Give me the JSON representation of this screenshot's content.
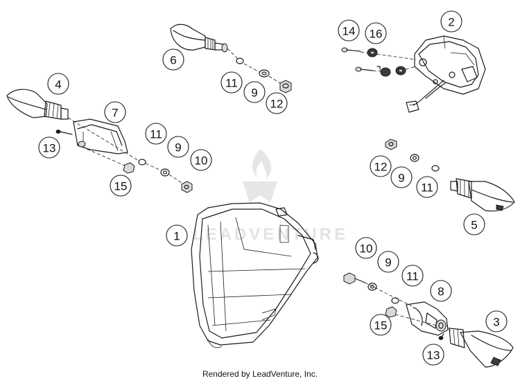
{
  "callouts": [
    {
      "id": "c1",
      "label": "1",
      "item": "headlight"
    },
    {
      "id": "c2",
      "label": "2",
      "item": "tail-light"
    },
    {
      "id": "c3",
      "label": "3",
      "item": "turn-signal-rear-right"
    },
    {
      "id": "c4",
      "label": "4",
      "item": "turn-signal-front-left"
    },
    {
      "id": "c5",
      "label": "5",
      "item": "turn-signal-front-right"
    },
    {
      "id": "c6",
      "label": "6",
      "item": "turn-signal-rear-left"
    },
    {
      "id": "c7",
      "label": "7",
      "item": "signal-bracket-left"
    },
    {
      "id": "c8",
      "label": "8",
      "item": "signal-bracket-right"
    },
    {
      "id": "c9a",
      "label": "9",
      "item": "lock-washer"
    },
    {
      "id": "c9b",
      "label": "9",
      "item": "lock-washer"
    },
    {
      "id": "c9c",
      "label": "9",
      "item": "lock-washer"
    },
    {
      "id": "c9d",
      "label": "9",
      "item": "lock-washer"
    },
    {
      "id": "c10a",
      "label": "10",
      "item": "hex-nut"
    },
    {
      "id": "c10b",
      "label": "10",
      "item": "hex-nut"
    },
    {
      "id": "c11a",
      "label": "11",
      "item": "washer"
    },
    {
      "id": "c11b",
      "label": "11",
      "item": "washer"
    },
    {
      "id": "c11c",
      "label": "11",
      "item": "washer"
    },
    {
      "id": "c11d",
      "label": "11",
      "item": "washer"
    },
    {
      "id": "c12a",
      "label": "12",
      "item": "nut"
    },
    {
      "id": "c12b",
      "label": "12",
      "item": "nut"
    },
    {
      "id": "c13a",
      "label": "13",
      "item": "screw"
    },
    {
      "id": "c13b",
      "label": "13",
      "item": "screw"
    },
    {
      "id": "c14",
      "label": "14",
      "item": "screw"
    },
    {
      "id": "c15a",
      "label": "15",
      "item": "nut"
    },
    {
      "id": "c15b",
      "label": "15",
      "item": "nut"
    },
    {
      "id": "c16",
      "label": "16",
      "item": "rubber-grommet"
    }
  ],
  "watermark": {
    "text": "LEADVENTURE"
  },
  "credit": "Rendered by LeadVenture, Inc."
}
